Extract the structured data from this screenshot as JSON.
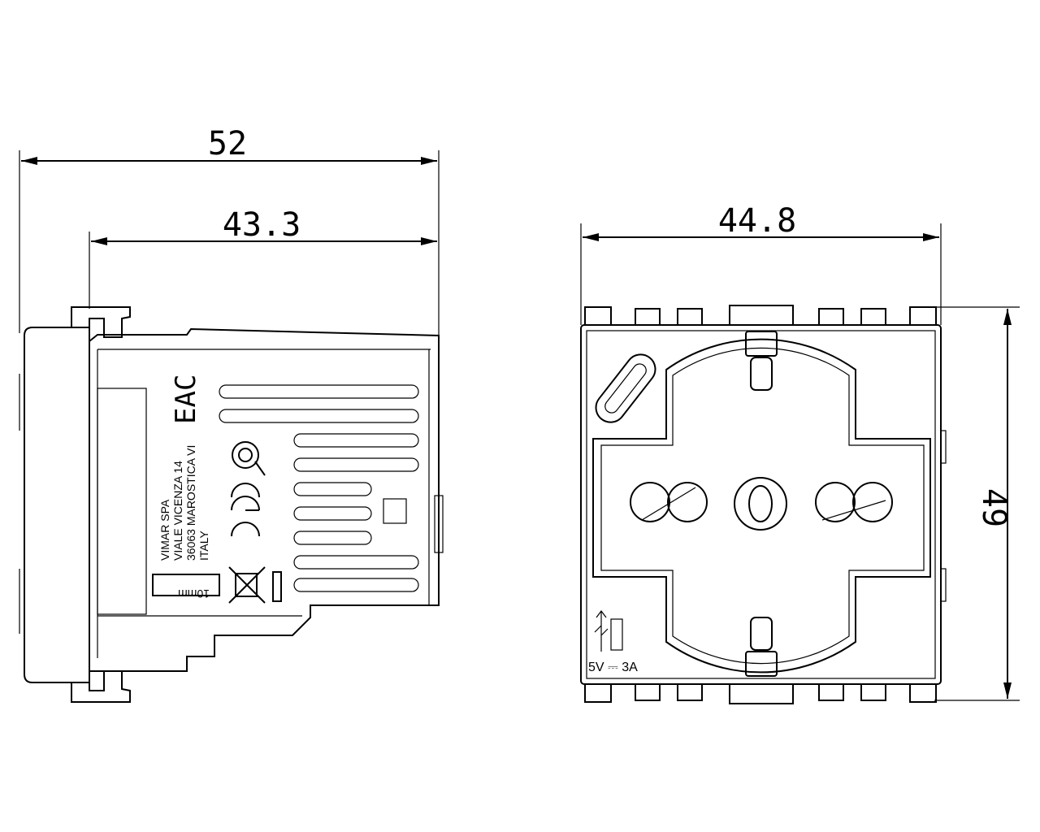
{
  "dimensions": {
    "side_total": "52",
    "side_body": "43.3",
    "front_width": "44.8",
    "front_height": "49"
  },
  "markings": {
    "company_line1": "VIMAR SPA",
    "company_line2": "VIALE VICENZA 14",
    "company_line3": "36063 MAROSTICA VI",
    "company_line4": "ITALY",
    "strip_length": "10mm",
    "eac_mark": "EAC",
    "ce_mark": "CE",
    "usb_rating": "5V ⎓ 3A"
  },
  "icons": [
    "imq-mark-icon",
    "ce-mark-icon",
    "weee-bin-icon",
    "usb-icon",
    "usb-c-port-icon"
  ],
  "colors": {
    "line": "#000000",
    "background": "#ffffff"
  }
}
